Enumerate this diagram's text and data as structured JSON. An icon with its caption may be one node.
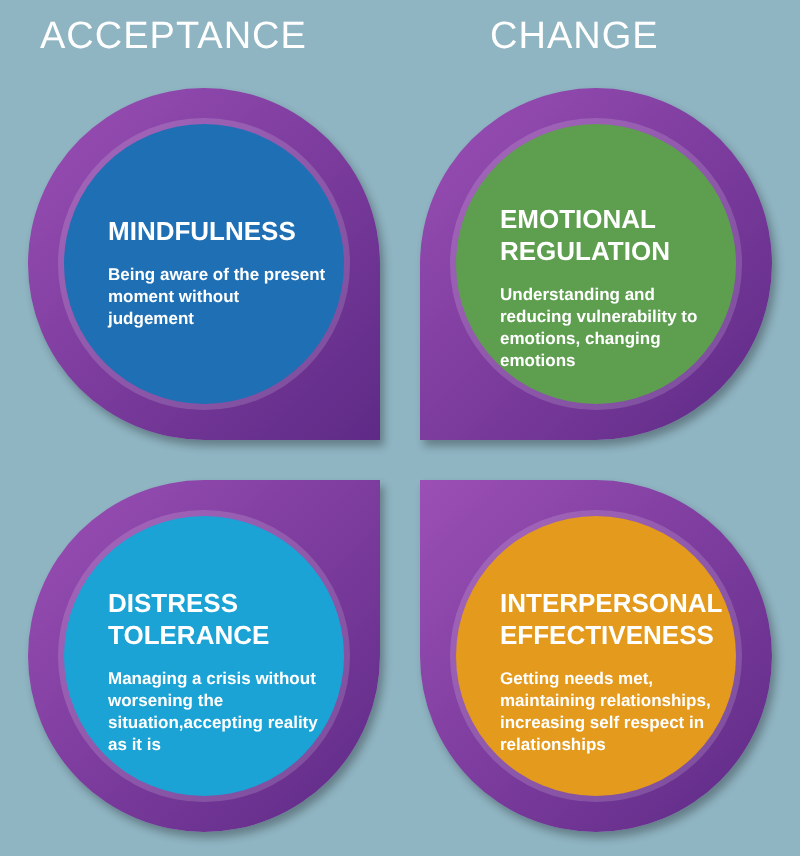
{
  "diagram": {
    "nodes": [
      {
        "text": [
          "MINDFULNESS",
          "Being aware of the present moment without judgement"
        ]
      },
      {
        "text": [
          "EMOTIONAL REGULATION",
          "Understanding and reducing vulnerability to emotions, changing emotions"
        ]
      },
      {
        "text": [
          "DISTRESS TOLERANCE",
          "Managing a crisis without worsening the situation,accepting reality as it is"
        ]
      },
      {
        "text": [
          "INTERPERSONAL EFFECTIVENESS",
          "Getting needs met, maintaining relationships, increasing self respect in relationships"
        ]
      }
    ],
    "labels": [
      "ACCEPTANCE",
      "CHANGE"
    ]
  }
}
